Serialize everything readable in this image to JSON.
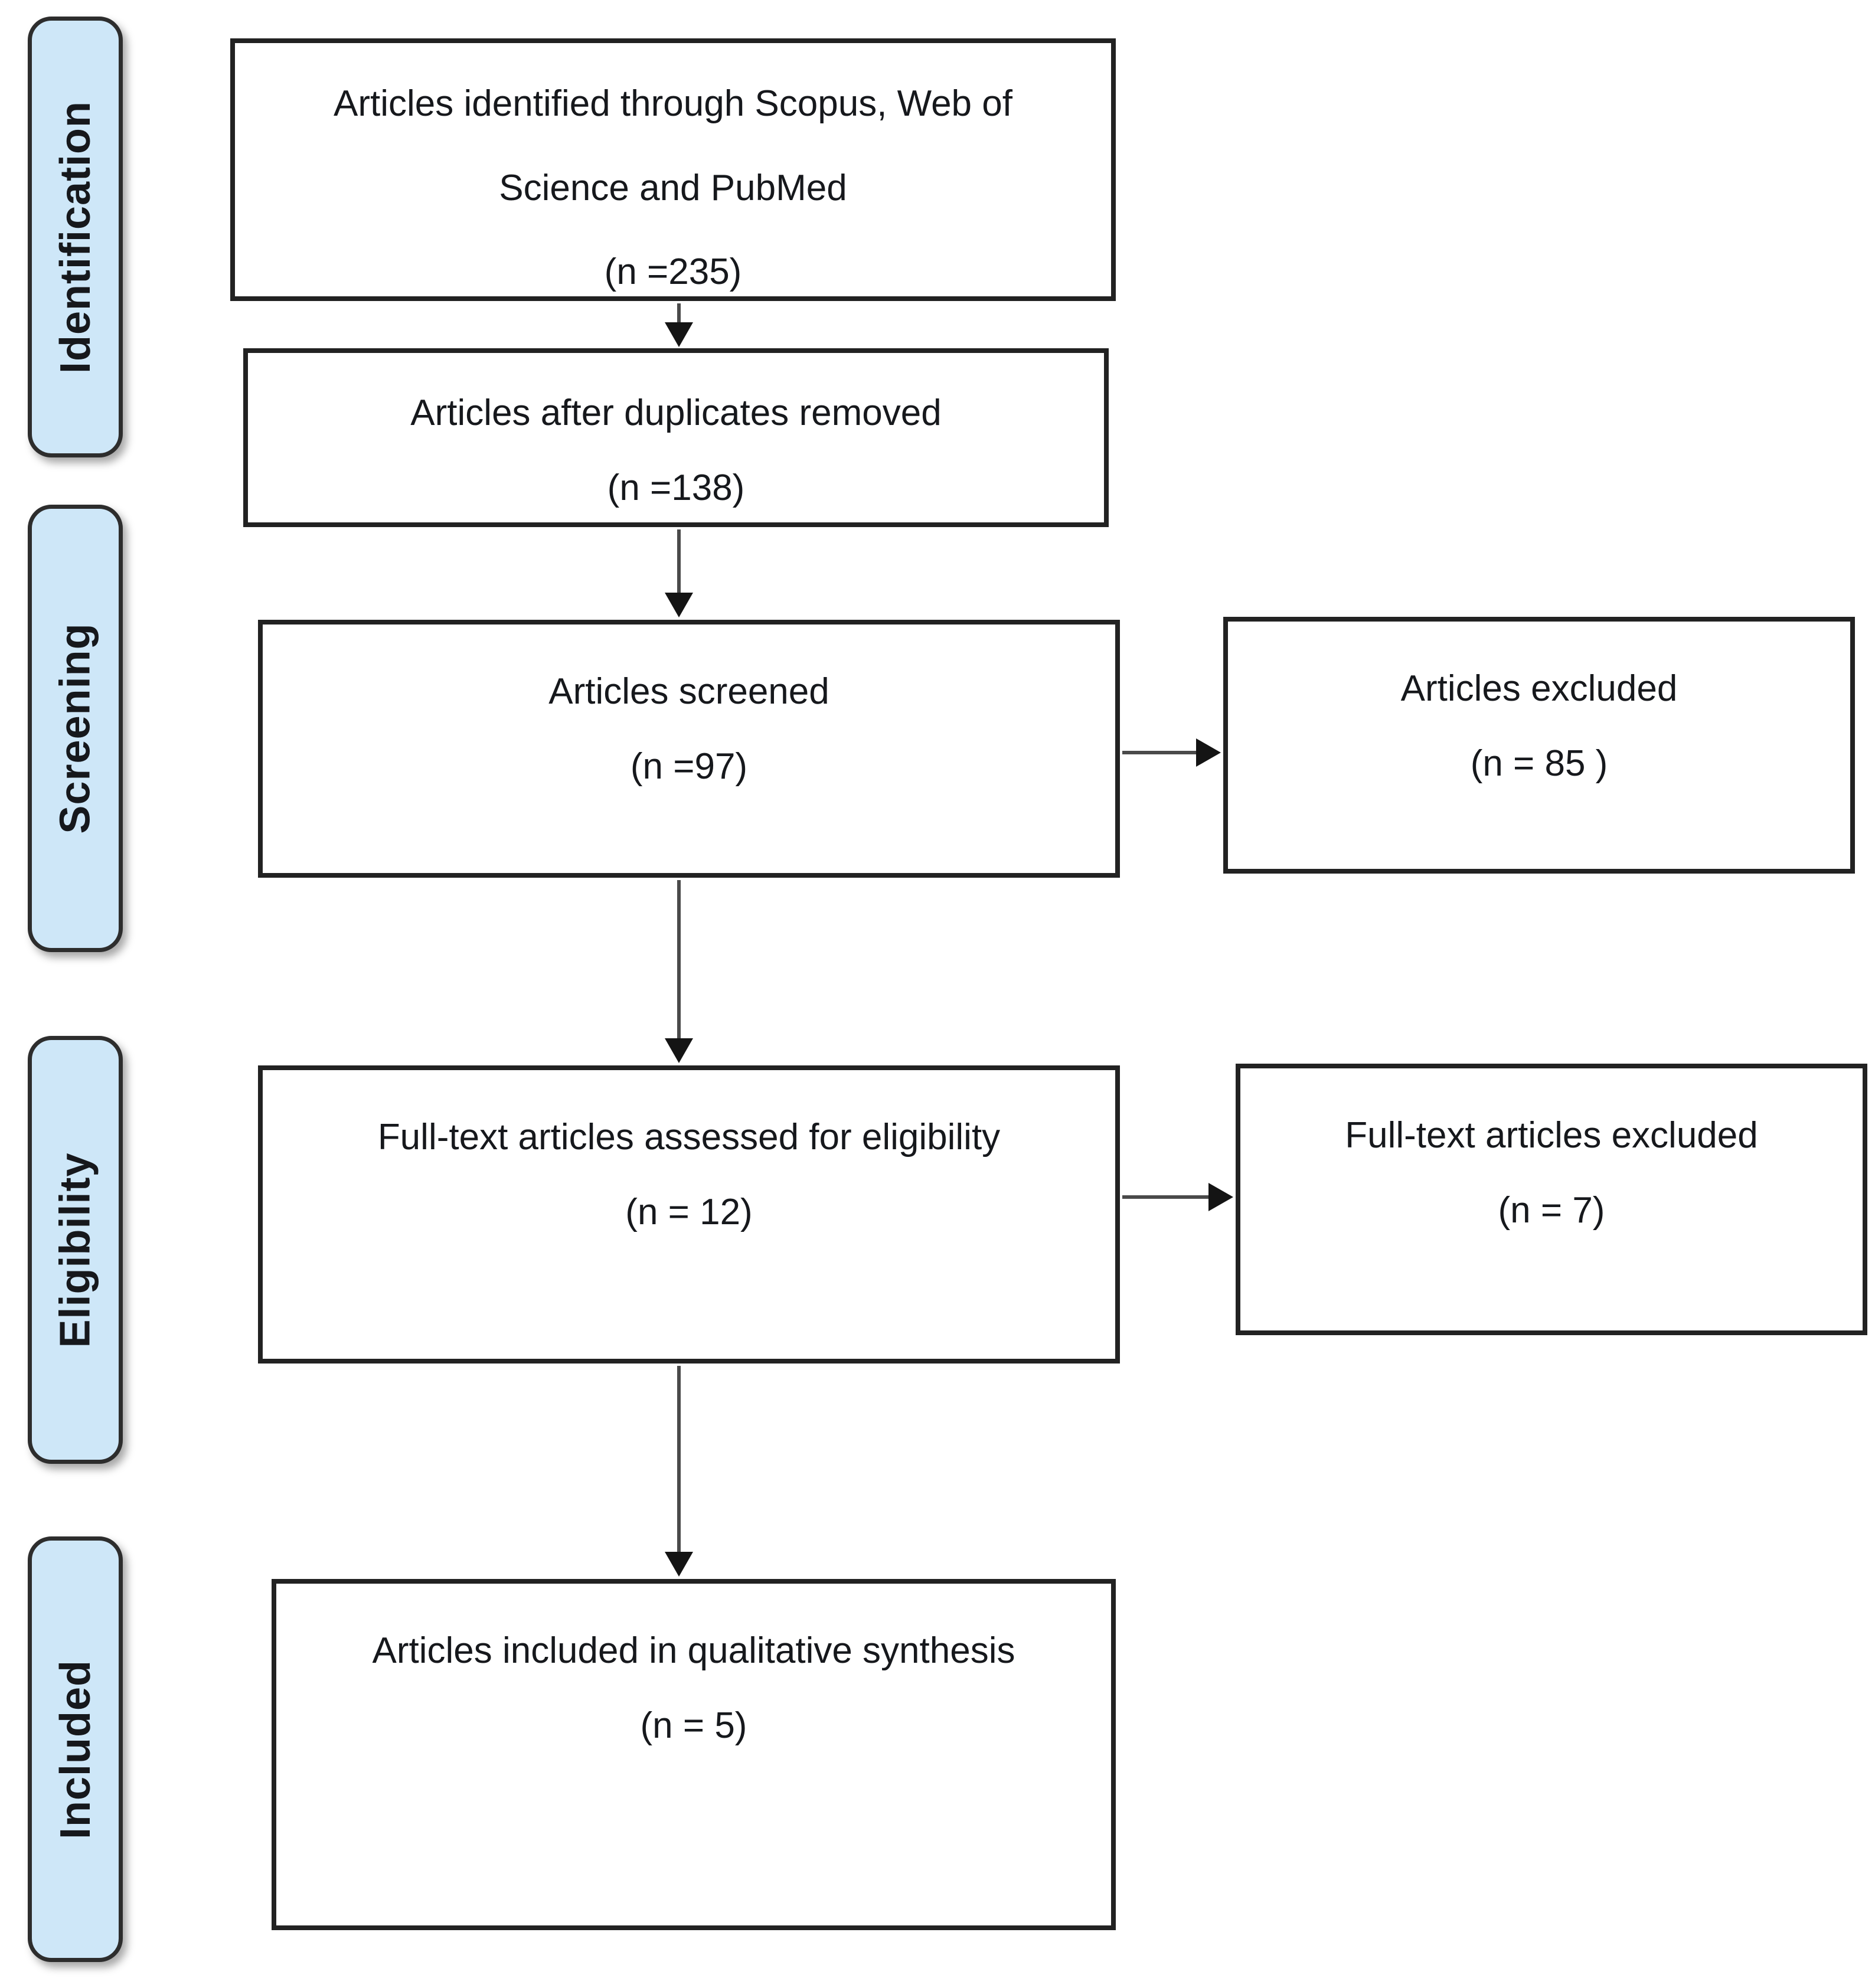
{
  "stages": [
    {
      "label": "Identification"
    },
    {
      "label": "Screening"
    },
    {
      "label": "Eligibility"
    },
    {
      "label": "Included"
    }
  ],
  "flow_boxes": [
    {
      "text": "Articles identified through Scopus, Web of Science and PubMed",
      "count_label": "(n =235)"
    },
    {
      "text": "Articles after duplicates removed",
      "count_label": "(n =138)"
    },
    {
      "text": "Articles screened",
      "count_label": "(n =97)"
    },
    {
      "text": "Full-text articles assessed for eligibility",
      "count_label": "(n = 12)"
    },
    {
      "text": "Articles included in qualitative synthesis",
      "count_label": "(n = 5)"
    }
  ],
  "exclusion_boxes": [
    {
      "text": "Articles excluded",
      "count_label": "(n = 85 )"
    },
    {
      "text": "Full-text articles excluded",
      "count_label": "(n = 7)"
    }
  ],
  "colors": {
    "stage_fill": "#cee7f8",
    "stage_border": "#2d2d2d",
    "box_border": "#222222",
    "text": "#16181c",
    "arrow": "#141414",
    "background": "#ffffff"
  }
}
